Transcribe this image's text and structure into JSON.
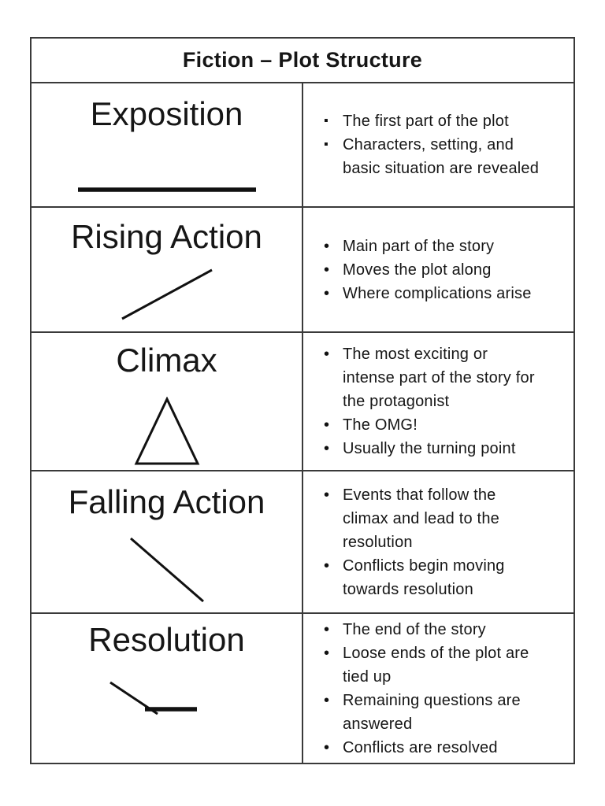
{
  "page": {
    "title": "Fiction – Plot Structure"
  },
  "colors": {
    "ink": "#161616",
    "line": "#111111",
    "border": "#3a3a3a",
    "background": "#ffffff"
  },
  "rows": [
    {
      "term": "Exposition",
      "symbol": "flat-line-icon",
      "bullet_char": "▪",
      "bullets": [
        "The first part of the plot",
        "Characters, setting, and basic situation are revealed"
      ]
    },
    {
      "term": "Rising Action",
      "symbol": "rising-line-icon",
      "bullet_char": "•",
      "bullets": [
        "Main part of the story",
        "Moves the plot along",
        "Where complications arise"
      ]
    },
    {
      "term": "Climax",
      "symbol": "triangle-peak-icon",
      "bullet_char": "•",
      "bullets": [
        "The most exciting or intense part of the story for the protagonist",
        "The OMG!",
        "Usually the turning point"
      ]
    },
    {
      "term": "Falling Action",
      "symbol": "falling-line-icon",
      "bullet_char": "•",
      "bullets": [
        "Events that follow the climax and lead to the resolution",
        "Conflicts begin moving towards resolution"
      ]
    },
    {
      "term": "Resolution",
      "symbol": "leveling-out-line-icon",
      "bullet_char": "•",
      "bullets": [
        "The end of the story",
        "Loose ends of the plot are tied up",
        "Remaining questions are answered",
        "Conflicts are resolved"
      ]
    }
  ]
}
